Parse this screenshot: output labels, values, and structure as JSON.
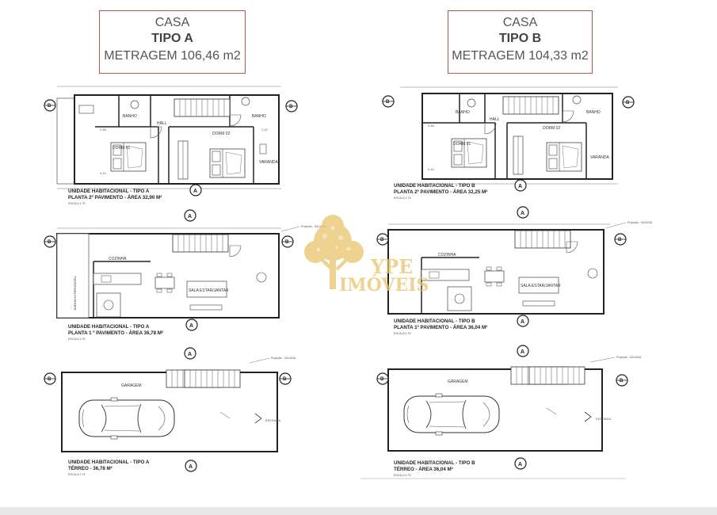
{
  "house_a": {
    "header": {
      "line1": "CASA",
      "line2": "TIPO A",
      "line3": "METRAGEM 106,46 m2"
    },
    "floor2": {
      "cap1": "UNIDADE HABITACIONAL - TIPO A",
      "cap2": "PLANTA  2º PAVIMENTO  - ÁREA 32,90 M²",
      "scale": "ESCALA 1:75",
      "rooms": [
        "BANHO",
        "BANHO",
        "HALL",
        "DORM 01",
        "DORM 02",
        "VARANDA"
      ]
    },
    "floor1": {
      "cap1": "UNIDADE HABITACIONAL - TIPO A",
      "cap2": "PLANTA 1 º PAVIMENTO - ÁREA 36,78 M²",
      "scale": "ESCALA 1:75",
      "rooms": [
        "COZINHA",
        "SALA ESTAR/JANTAR"
      ],
      "side": "JARDIM INTERNO/CÉU",
      "note": "Projeção - SACADA"
    },
    "ground": {
      "cap1": "UNIDADE HABITACIONAL - TIPO A",
      "cap2": "TÉRREO - 36,78 M²",
      "scale": "ESCALA 1:75",
      "rooms": [
        "GARAGEM"
      ],
      "entry": "ENTRADA",
      "note": "Projeção - SACADA"
    }
  },
  "house_b": {
    "header": {
      "line1": "CASA",
      "line2": "TIPO B",
      "line3": "METRAGEM 104,33 m2"
    },
    "floor2": {
      "cap1": "UNIDADE HABITACIONAL - TIPO B",
      "cap2": "PLANTA  2º PAVIMENTO  - ÁREA 32,25 M²",
      "scale": "ESCALA 1:75",
      "rooms": [
        "BANHO",
        "BANHO",
        "HALL",
        "DORM 01",
        "DORM 02",
        "VARANDA"
      ]
    },
    "floor1": {
      "cap1": "UNIDADE HABITACIONAL - TIPO B",
      "cap2": "PLANTA 1º PAVIMENTO - ÁREA 36,04 M²",
      "scale": "ESCALA 1:75",
      "rooms": [
        "COZINHA",
        "SALA ESTAR/JANTAR"
      ],
      "note": "Projeção - SACADA"
    },
    "ground": {
      "cap1": "UNIDADE HABITACIONAL - TIPO B",
      "cap2": "TÉRREO - ÁREA 36,04 M²",
      "scale": "ESCALA 1:75",
      "rooms": [
        "GARAGEM"
      ],
      "entry": "ENTRADA",
      "note": "Projeção - SACADA"
    }
  },
  "section_marker": "A",
  "grid_marker": "B",
  "watermark": {
    "line1": "YPE",
    "line2": "IMÓVEIS",
    "color": "#e8c56a"
  }
}
